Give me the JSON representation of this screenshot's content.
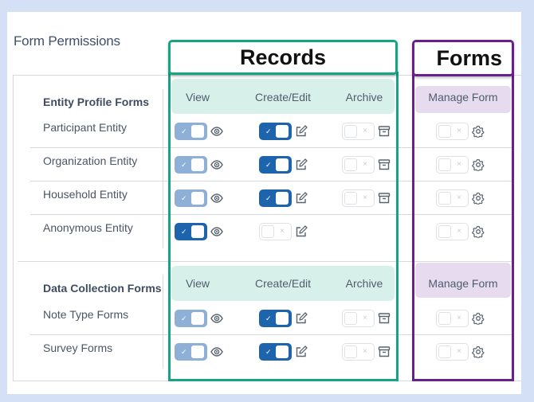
{
  "page": {
    "title": "Form Permissions"
  },
  "annotations": {
    "records_label": "Records",
    "forms_label": "Forms",
    "records_color": "#14a582",
    "forms_color": "#6a1f8c"
  },
  "columns": {
    "view": "View",
    "create_edit": "Create/Edit",
    "archive": "Archive",
    "manage_form": "Manage Form"
  },
  "sections": [
    {
      "title": "Entity Profile Forms",
      "rows": [
        {
          "label": "Participant Entity",
          "view": "on-disabled",
          "create_edit": "on",
          "archive": "off",
          "manage_form": "off"
        },
        {
          "label": "Organization Entity",
          "view": "on-disabled",
          "create_edit": "on",
          "archive": "off",
          "manage_form": "off"
        },
        {
          "label": "Household Entity",
          "view": "on-disabled",
          "create_edit": "on",
          "archive": "off",
          "manage_form": "off"
        },
        {
          "label": "Anonymous Entity",
          "view": "on",
          "create_edit": "off",
          "archive": null,
          "manage_form": "off"
        }
      ]
    },
    {
      "title": "Data Collection Forms",
      "rows": [
        {
          "label": "Note Type Forms",
          "view": "on-disabled",
          "create_edit": "on",
          "archive": "off",
          "manage_form": "off"
        },
        {
          "label": "Survey Forms",
          "view": "on-disabled",
          "create_edit": "on",
          "archive": "off",
          "manage_form": "off"
        }
      ]
    }
  ],
  "icons": {
    "view": "eye-icon",
    "create_edit": "edit-icon",
    "archive": "archive-icon",
    "manage_form": "gear-icon"
  },
  "toggle_marks": {
    "on": "✓",
    "off": "×"
  },
  "colors": {
    "toggle_on": "#1d64ad",
    "toggle_on_disabled": "#8fb0d6",
    "records_header_bg": "#d7f1ea",
    "forms_header_bg": "#e7dbef"
  }
}
